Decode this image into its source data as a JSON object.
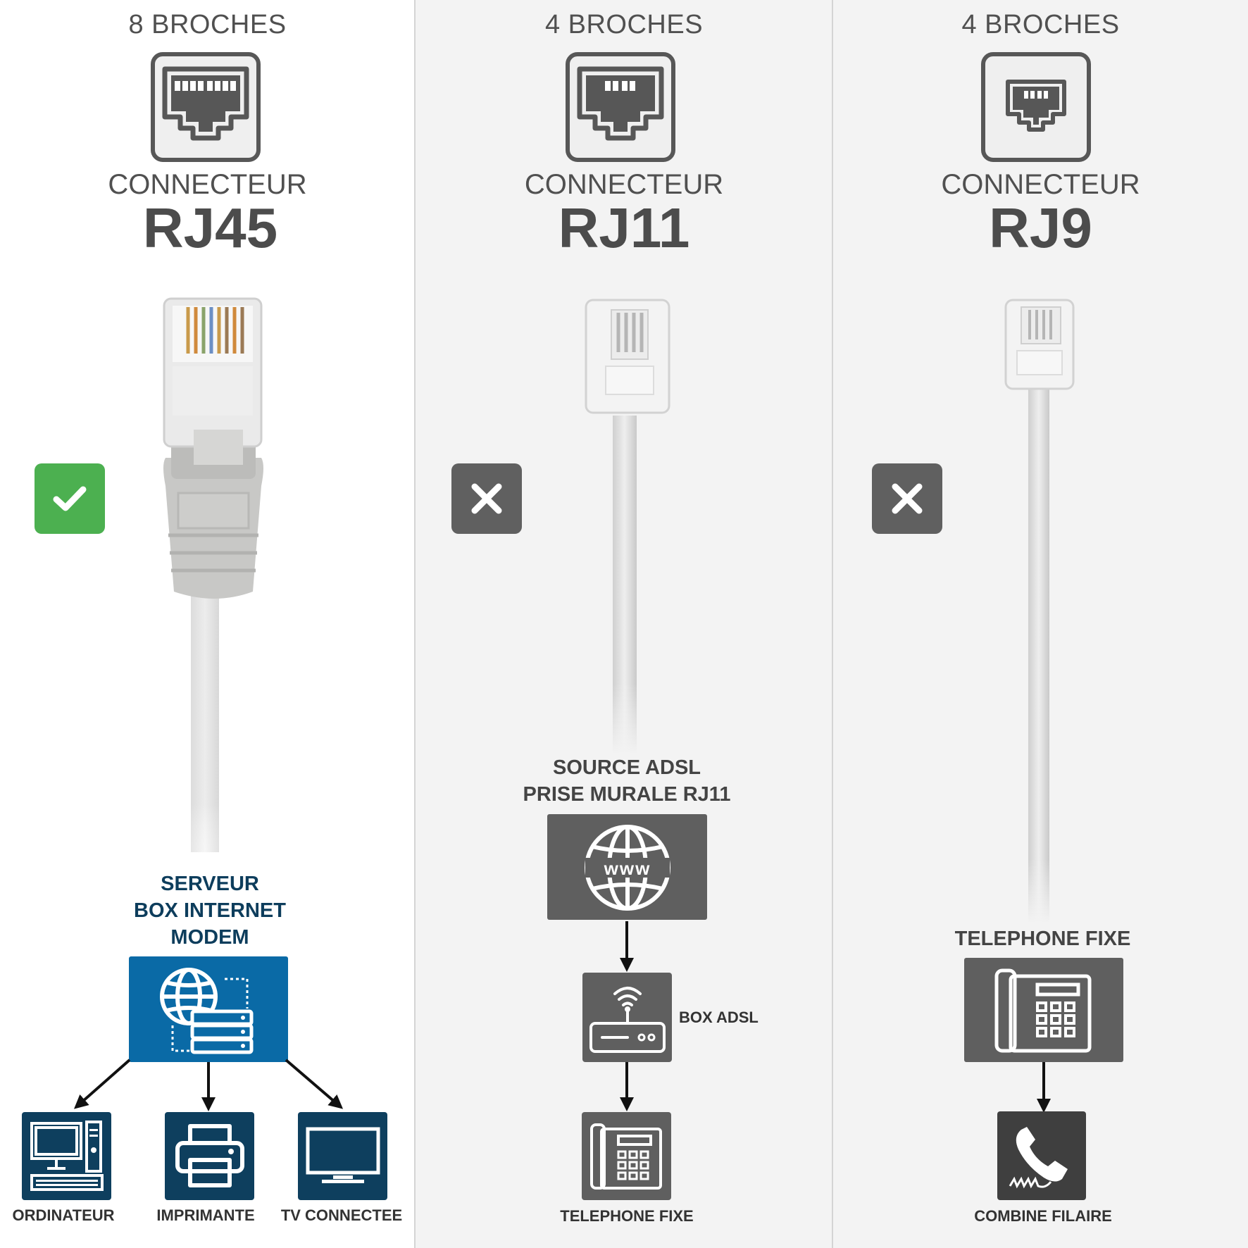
{
  "columns": [
    {
      "pins": "8 BROCHES",
      "connector_label": "CONNECTEUR",
      "connector_code": "RJ45",
      "status": "compatible",
      "status_icon": "check-icon",
      "diagram": {
        "source_label": [
          "SERVEUR",
          "BOX INTERNET",
          "MODEM"
        ],
        "devices": [
          "ORDINATEUR",
          "IMPRIMANTE",
          "TV CONNECTEE"
        ]
      }
    },
    {
      "pins": "4 BROCHES",
      "connector_label": "CONNECTEUR",
      "connector_code": "RJ11",
      "status": "incompatible",
      "status_icon": "cross-icon",
      "diagram": {
        "source_label": [
          "SOURCE ADSL",
          "PRISE MURALE RJ11"
        ],
        "box_label": "BOX ADSL",
        "end_label": "TELEPHONE FIXE"
      }
    },
    {
      "pins": "4 BROCHES",
      "connector_label": "CONNECTEUR",
      "connector_code": "RJ9",
      "status": "incompatible",
      "status_icon": "cross-icon",
      "diagram": {
        "source_label": "TELEPHONE FIXE",
        "end_label": "COMBINE FILAIRE"
      }
    }
  ],
  "colors": {
    "check_green": "#4cb050",
    "cross_gray": "#606060",
    "server_blue": "#0a6aa6",
    "device_navy": "#0e3f5e",
    "tile_gray": "#5f5f5f",
    "label_navy": "#0d3d5c"
  }
}
